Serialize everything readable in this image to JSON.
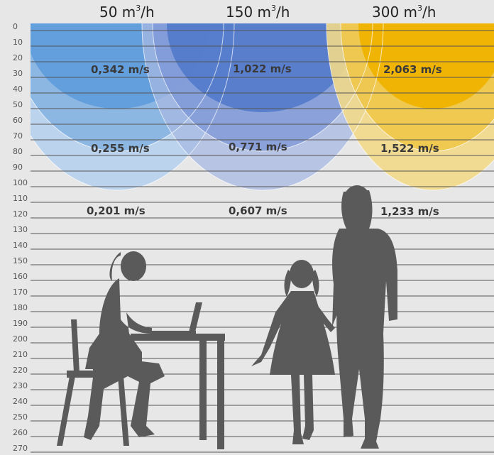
{
  "diagram": {
    "flow_headers": [
      {
        "value": "50 m",
        "sup": "3",
        "unit": "/h"
      },
      {
        "value": "150 m",
        "sup": "3",
        "unit": "/h"
      },
      {
        "value": "300 m",
        "sup": "3",
        "unit": "/h"
      }
    ],
    "levels": [
      "0",
      "10",
      "20",
      "30",
      "40",
      "50",
      "60",
      "70",
      "80",
      "90",
      "100",
      "110",
      "120",
      "130",
      "140",
      "150",
      "160",
      "170",
      "180",
      "190",
      "200",
      "210",
      "220",
      "230",
      "240",
      "250",
      "260",
      "270"
    ],
    "velocities": {
      "col_50": [
        "0,342 m/s",
        "0,255 m/s",
        "0,201 m/s"
      ],
      "col_150": [
        "1,022 m/s",
        "0,771 m/s",
        "0,607 m/s"
      ],
      "col_300": [
        "2,063 m/s",
        "1,522 m/s",
        "1,233 m/s"
      ]
    },
    "colors": {
      "background": "#e7e7e7",
      "blue_50": "#5b9bd8",
      "blue_150": "#3f6cc4",
      "yellow_300": "#f0b400",
      "grid": "#555555",
      "silhouette": "#5a5a5a"
    }
  }
}
